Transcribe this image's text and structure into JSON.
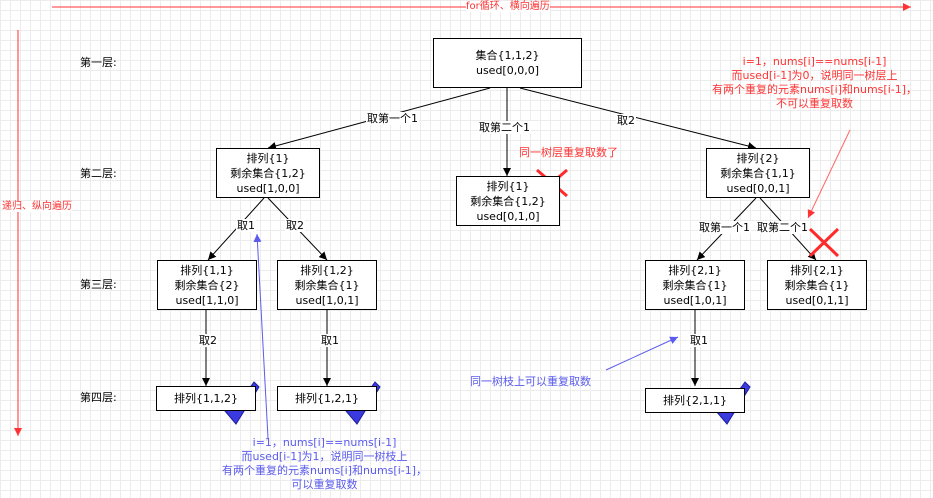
{
  "axes": {
    "horizontal_label": "for循环、横向遍历",
    "vertical_label": "递归、纵向遍历"
  },
  "levels": [
    "第一层:",
    "第二层:",
    "第三层:",
    "第四层:"
  ],
  "nodes": {
    "root": [
      "集合{1,1,2}",
      "used[0,0,0]"
    ],
    "l2_a": [
      "排列{1}",
      "剩余集合{1,2}",
      "used[1,0,0]"
    ],
    "l2_b": [
      "排列{1}",
      "剩余集合{1,2}",
      "used[0,1,0]"
    ],
    "l2_c": [
      "排列{2}",
      "剩余集合{1,1}",
      "used[0,0,1]"
    ],
    "l3_a": [
      "排列{1,1}",
      "剩余集合{2}",
      "used[1,1,0]"
    ],
    "l3_b": [
      "排列{1,2}",
      "剩余集合{1}",
      "used[1,0,1]"
    ],
    "l3_c": [
      "排列{2,1}",
      "剩余集合{1}",
      "used[1,0,1]"
    ],
    "l3_d": [
      "排列{2,1}",
      "剩余集合{1}",
      "used[0,1,1]"
    ],
    "l4_a": [
      "排列{1,1,2}"
    ],
    "l4_b": [
      "排列{1,2,1}"
    ],
    "l4_c": [
      "排列{2,1,1}"
    ]
  },
  "edge_labels": {
    "root_a": "取第一个1",
    "root_b": "取第二个1",
    "root_c": "取2",
    "a_a": "取1",
    "a_b": "取2",
    "c_c": "取第一个1",
    "c_d": "取第二个1",
    "l3a_l4a": "取2",
    "l3b_l4b": "取1",
    "l3c_l4c": "取1"
  },
  "annotations": {
    "same_layer_dup": "同一树层重复取数了",
    "red_note": [
      "i=1，nums[i]==nums[i-1]",
      "而used[i-1]为0，说明同一树层上",
      "有两个重复的元素nums[i]和nums[i-1]，",
      "不可以重复取数"
    ],
    "same_branch": "同一树枝上可以重复取数",
    "blue_note": [
      "i=1，nums[i]==nums[i-1]",
      "而used[i-1]为1，说明同一树枝上",
      "有两个重复的元素nums[i]和nums[i-1]，",
      "可以重复取数"
    ]
  },
  "icons": {
    "cross": "red-cross-icon",
    "check": "blue-check-icon"
  },
  "colors": {
    "red": "#ff3333",
    "blue": "#5b5bef",
    "check_fill": "#3a3adf"
  }
}
